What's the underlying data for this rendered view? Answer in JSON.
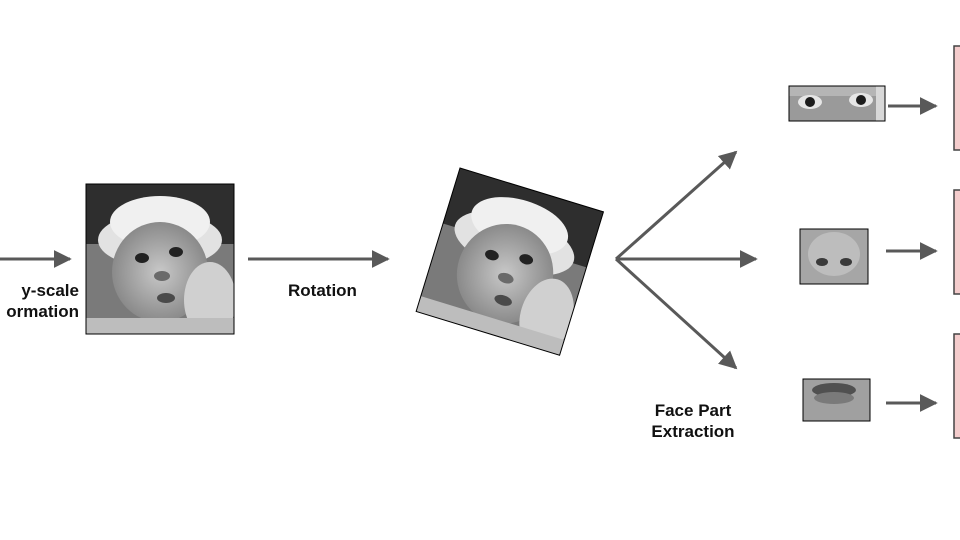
{
  "labels": {
    "grayscale_line1": "y-scale",
    "grayscale_line2": "ormation",
    "rotation": "Rotation",
    "face_part_line1": "Face Part",
    "face_part_line2": "Extraction"
  },
  "images": {
    "grayscale_face": "face-photo",
    "rotated_face": "face-photo",
    "eyes_crop": "eye-crop",
    "nose_crop": "nose-crop",
    "mouth_crop": "mouth-crop"
  },
  "colors": {
    "arrow": "#595959",
    "output_box_fill": "#f4cccc",
    "output_box_stroke": "#444444",
    "image_border": "#000000"
  }
}
